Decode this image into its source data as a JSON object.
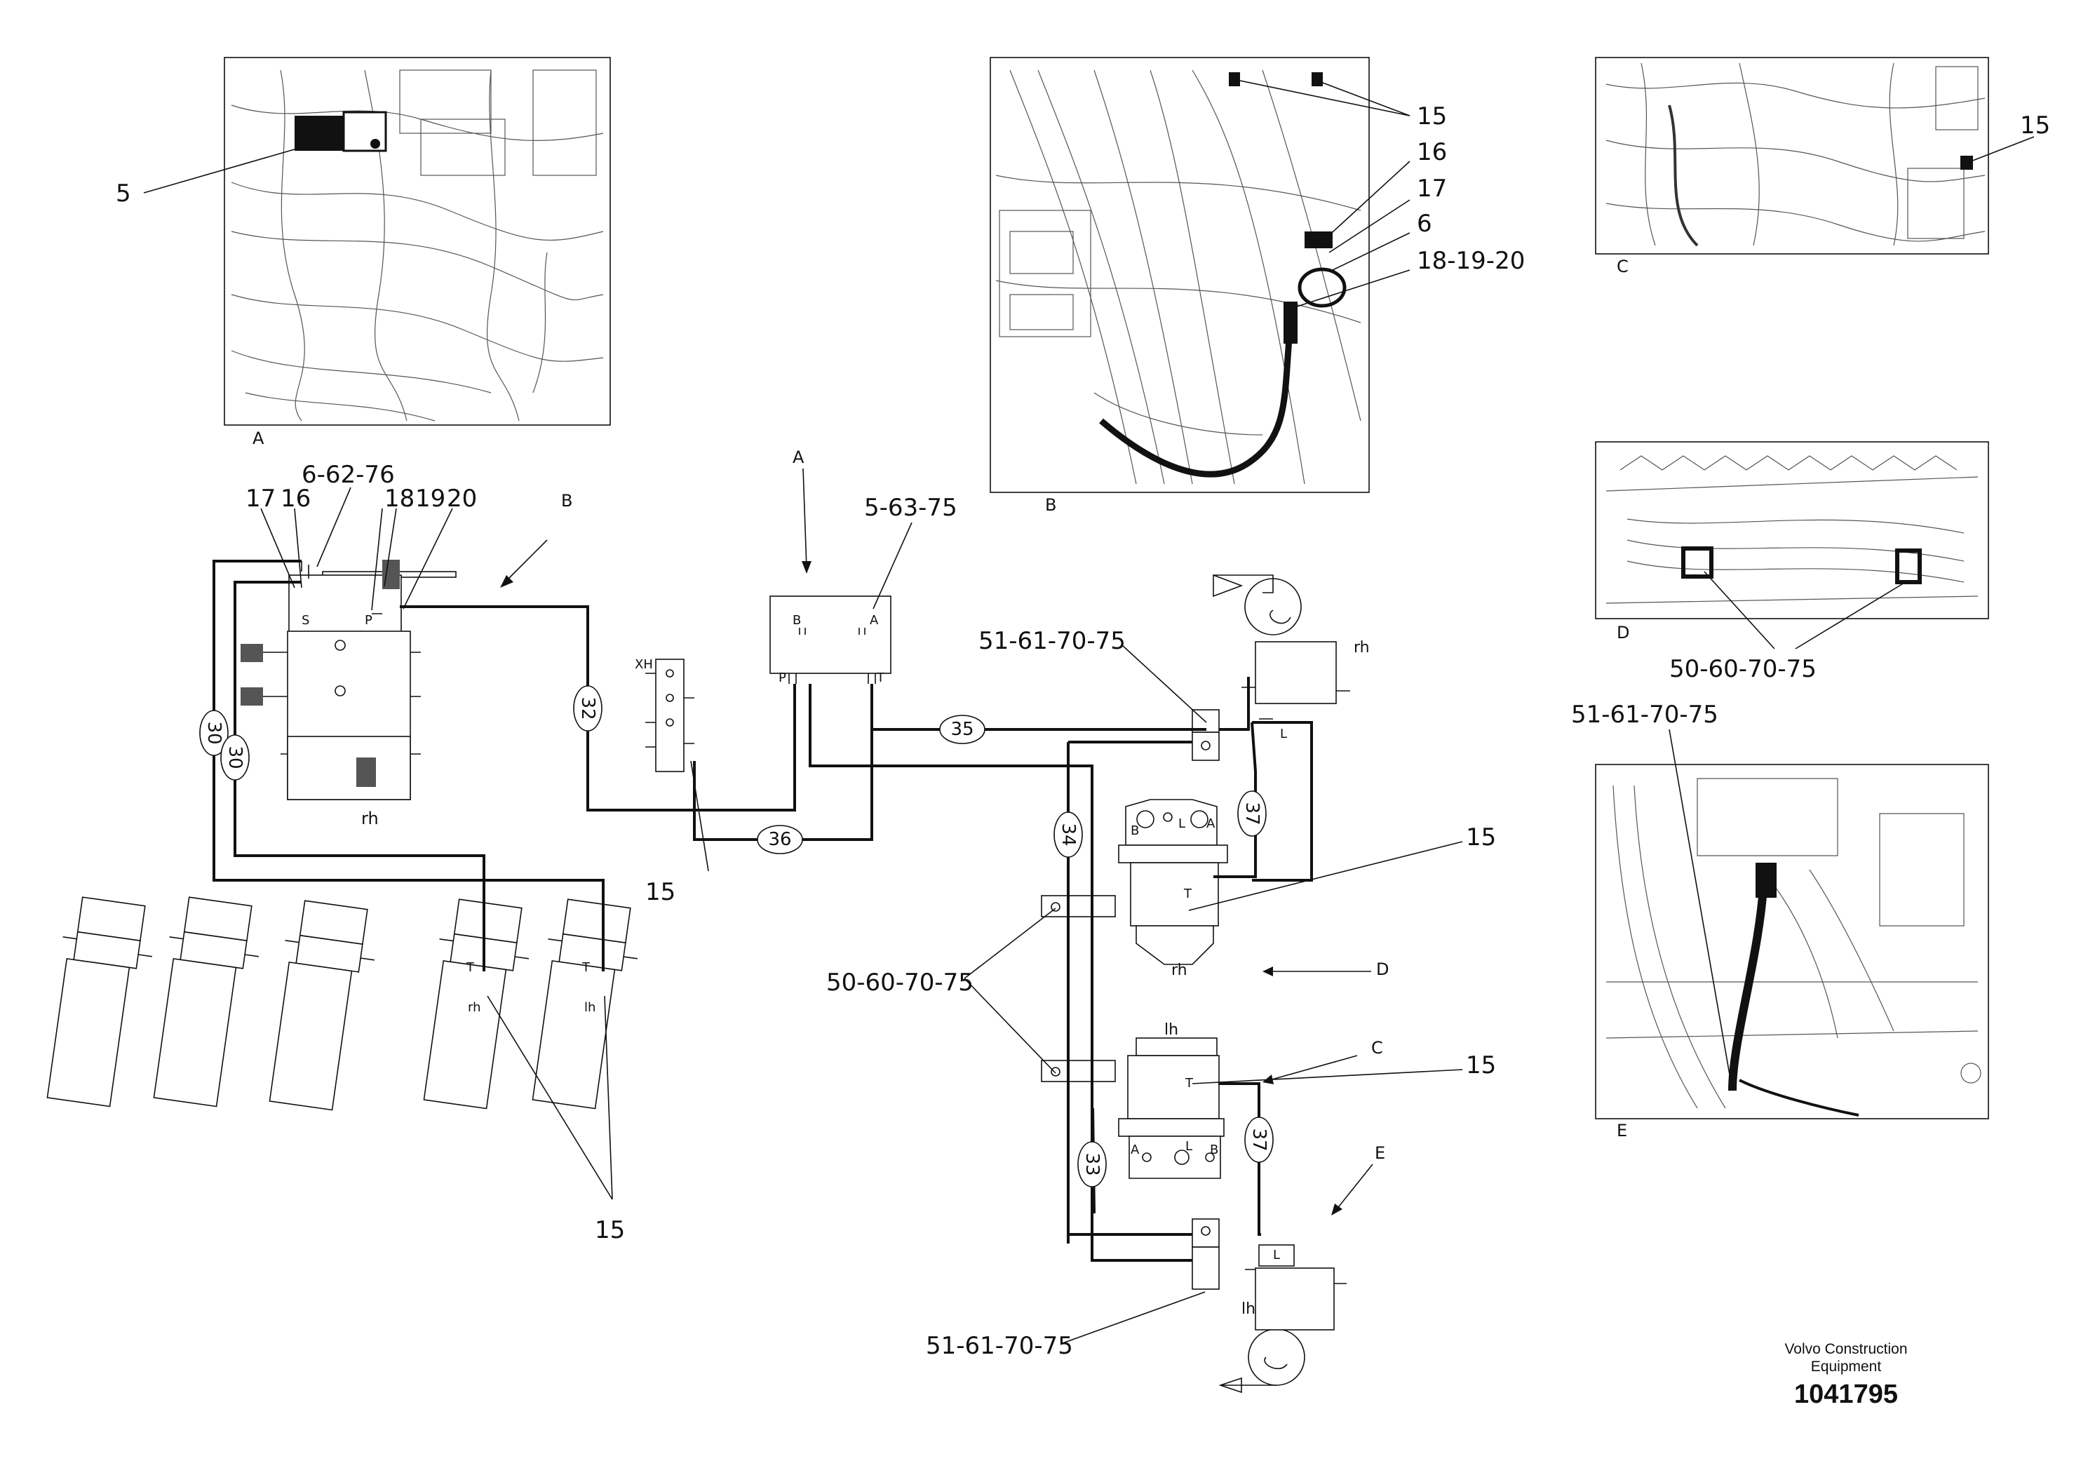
{
  "insets": {
    "a": {
      "caption": "A",
      "callouts": [
        "5"
      ]
    },
    "b": {
      "caption": "B",
      "callouts": [
        "15",
        "16",
        "17",
        "6",
        "18-19-20"
      ]
    },
    "c": {
      "caption": "C",
      "callouts": [
        "15"
      ]
    },
    "d": {
      "caption": "D",
      "callouts": [
        "50-60-70-75"
      ]
    },
    "e": {
      "caption": "E",
      "callouts": [
        "51-61-70-75"
      ]
    }
  },
  "schematic": {
    "callouts": {
      "c_6_62_76": "6-62-76",
      "c_17": "17",
      "c_16": "16",
      "c_18": "18",
      "c_19": "19",
      "c_20": "20",
      "c_5_63_75": "5-63-75",
      "c_15_valve": "15",
      "c_15_cyl": "15",
      "c_51_top": "51-61-70-75",
      "c_15_motor_top": "15",
      "c_50_60": "50-60-70-75",
      "c_15_motor_bot": "15",
      "c_51_bot": "51-61-70-75"
    },
    "view_arrows": {
      "a": "A",
      "b": "B",
      "c": "C",
      "d": "D",
      "e": "E"
    },
    "hose_numbers": {
      "h30a": "30",
      "h30b": "30",
      "h32": "32",
      "h35": "35",
      "h36": "36",
      "h34": "34",
      "h37a": "37",
      "h33": "33",
      "h37b": "37"
    },
    "side_labels": {
      "rh_valve": "rh",
      "rh_tank": "rh",
      "rh_motor": "rh",
      "lh_motor": "lh",
      "lh_tank": "lh",
      "cyl_rh": "rh",
      "cyl_lh": "lh"
    },
    "port_letters": {
      "s": "S",
      "p": "P",
      "xh": "XH",
      "b": "B",
      "a": "A",
      "pp": "P",
      "t": "T",
      "l": "L",
      "t2": "T",
      "t3": "T",
      "l2": "L",
      "b2": "B",
      "a2": "A",
      "l3": "L",
      "b3": "B",
      "a3": "A",
      "l4": "L",
      "t4": "T",
      "t5": "T"
    }
  },
  "footer": {
    "brand_line1": "Volvo Construction",
    "brand_line2": "Equipment",
    "doc_number": "1041795"
  }
}
